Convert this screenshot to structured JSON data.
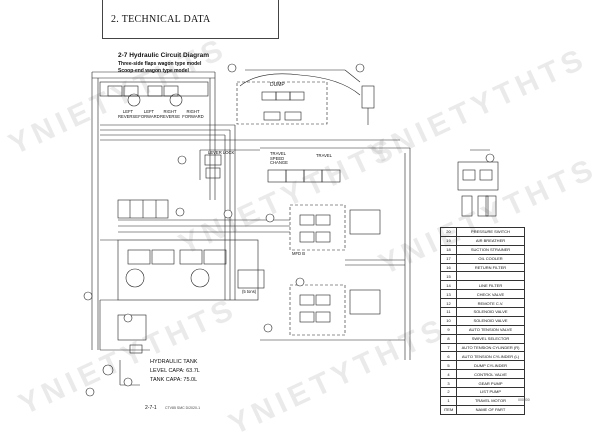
{
  "header": {
    "section": "2. TECHNICAL DATA"
  },
  "diagram": {
    "title": "2-7  Hydraulic Circuit Diagram",
    "subtitle_1": "Three-side flaps wagon type model",
    "subtitle_2": "Scoop-end wagon type model",
    "labels": {
      "left_reverse": "LEFT REVERSE",
      "left_forward": "LEFT FORWARD",
      "right_reverse": "RIGHT REVERSE",
      "right_forward": "RIGHT FORWARD",
      "dump": "DUMP",
      "lever_lock": "LEVER LOCK",
      "travel_speed_change": "TRAVEL SPEED CHANGE",
      "travel": "TRAVEL",
      "mfd_b": "MFD B",
      "pos_3": "(5 tons)",
      "hydraulic_tank": "HYDRAULIC TANK",
      "tank_level": "LEVEL CAPA: 63.7L",
      "tank_capa": "TANK CAPA: 75.0L"
    },
    "watermarks": [
      "YNIETYTHTS",
      "YNIETYTHTS",
      "YNIETYTHTS",
      "YNIETYTHTS",
      "YNIETYTHTS",
      "YNIETYTHTS"
    ]
  },
  "legend": {
    "rows": [
      {
        "no": "20",
        "part": "PRESSURE SWITCH"
      },
      {
        "no": "19",
        "part": "AIR BREATHER"
      },
      {
        "no": "18",
        "part": "SUCTION STRAINER"
      },
      {
        "no": "17",
        "part": "OIL COOLER"
      },
      {
        "no": "16",
        "part": "RETURN FILTER"
      },
      {
        "no": "15",
        "part": ""
      },
      {
        "no": "14",
        "part": "LINE FILTER"
      },
      {
        "no": "13",
        "part": "CHECK VALVE"
      },
      {
        "no": "12",
        "part": "REMOTE C.V."
      },
      {
        "no": "11",
        "part": "SOLENOID VALVE"
      },
      {
        "no": "10",
        "part": "SOLENOID VALVE"
      },
      {
        "no": "9",
        "part": "AUTO TENSION VALVE"
      },
      {
        "no": "8",
        "part": "SWIVEL SELECTOR"
      },
      {
        "no": "7",
        "part": "AUTO TENSION CYLINDER (R)"
      },
      {
        "no": "6",
        "part": "AUTO TENSION CYLINDER (L)"
      },
      {
        "no": "5",
        "part": "DUMP CYLINDER"
      },
      {
        "no": "4",
        "part": "CONTROL VALVE"
      },
      {
        "no": "3",
        "part": "GEAR PUMP"
      },
      {
        "no": "2",
        "part": "LIST PUMP"
      },
      {
        "no": "1",
        "part": "TRAVEL MOTOR"
      },
      {
        "no": "ITEM",
        "part": "NAME OF PART"
      }
    ]
  },
  "footer": {
    "page": "2-7-1",
    "doc_id": "CTV85   SMC  D/2020-1",
    "corner": "000000"
  }
}
